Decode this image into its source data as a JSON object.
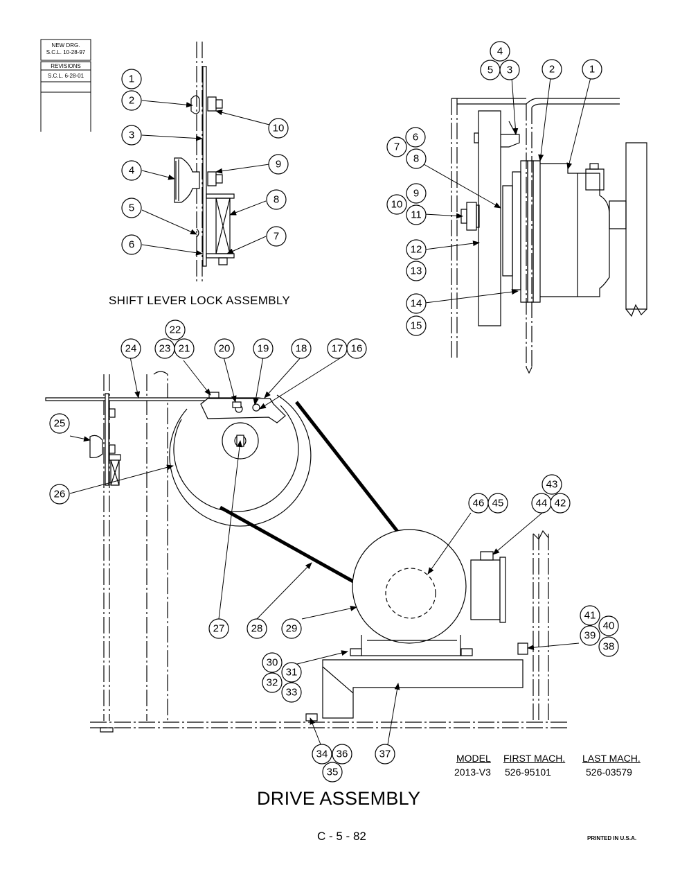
{
  "revision_block": {
    "new_drg_label": "NEW DRG.",
    "new_drg_value": "S.C.L. 10-28-97",
    "revisions_label": "REVISIONS",
    "revision_1": "S.C.L. 6-28-01"
  },
  "shift_lever_lock": {
    "title": "SHIFT LEVER LOCK ASSEMBLY",
    "callouts": [
      "1",
      "2",
      "3",
      "4",
      "5",
      "6",
      "7",
      "8",
      "9",
      "10"
    ]
  },
  "clutch_view": {
    "callouts": [
      "1",
      "2",
      "3",
      "4",
      "5",
      "6",
      "7",
      "8",
      "9",
      "10",
      "11",
      "12",
      "13",
      "14",
      "15"
    ]
  },
  "drive_assembly": {
    "title": "DRIVE ASSEMBLY",
    "callouts": [
      "16",
      "17",
      "18",
      "19",
      "20",
      "21",
      "22",
      "23",
      "24",
      "25",
      "26",
      "27",
      "28",
      "29",
      "30",
      "31",
      "32",
      "33",
      "34",
      "35",
      "36",
      "37",
      "38",
      "39",
      "40",
      "41",
      "42",
      "43",
      "44",
      "45",
      "46"
    ]
  },
  "model_table": {
    "headers": [
      "MODEL",
      "FIRST MACH.",
      "LAST MACH."
    ],
    "row": [
      "2013-V3",
      "526-95101",
      "526-03579"
    ]
  },
  "page_number": "C - 5 - 82",
  "printed": "PRINTED IN U.S.A."
}
